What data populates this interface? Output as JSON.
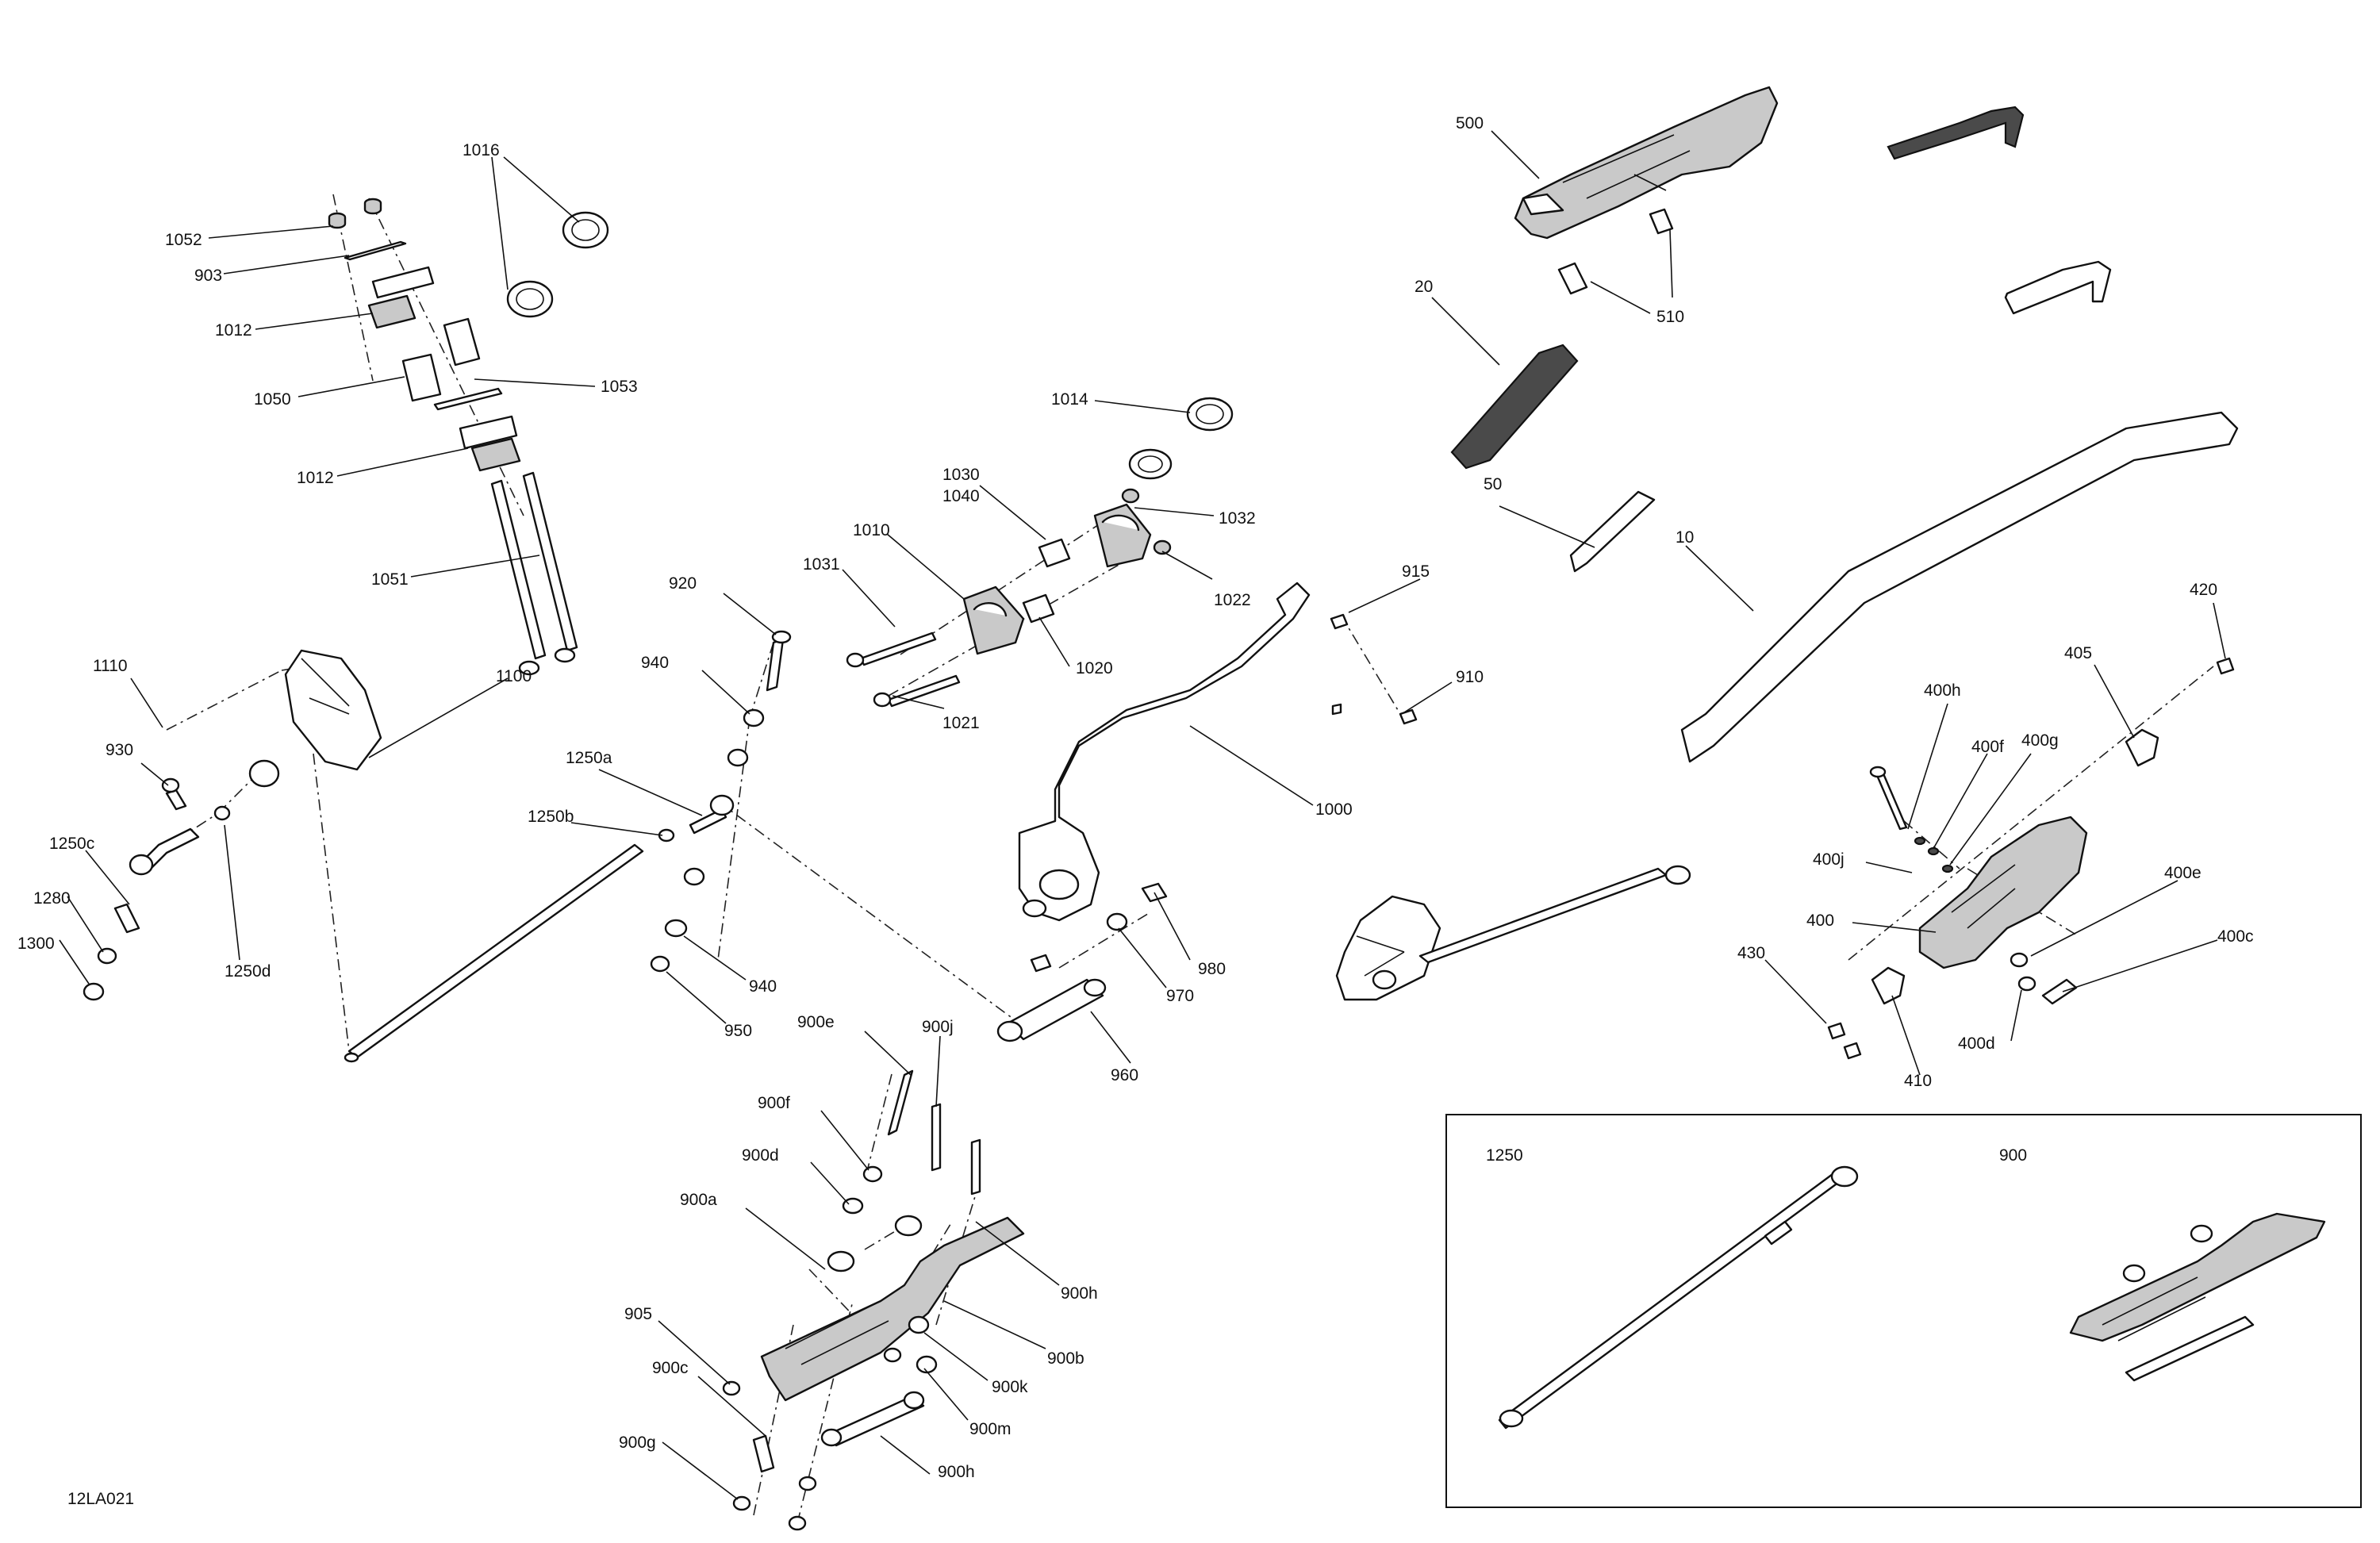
{
  "diagram": {
    "code": "12LA021",
    "labels": {
      "l1016": "1016",
      "l1052": "1052",
      "l903": "903",
      "l1012a": "1012",
      "l1050": "1050",
      "l1053": "1053",
      "l1012b": "1012",
      "l1051": "1051",
      "l500": "500",
      "l510": "510",
      "l20": "20",
      "l1014": "1014",
      "l1030": "1030",
      "l1040": "1040",
      "l1032": "1032",
      "l1010": "1010",
      "l1031": "1031",
      "l1022": "1022",
      "l1020": "1020",
      "l1021": "1021",
      "l50": "50",
      "l10": "10",
      "l915": "915",
      "l910": "910",
      "l920": "920",
      "l940a": "940",
      "l1110": "1110",
      "l1100": "1100",
      "l930": "930",
      "l1250a": "1250a",
      "l1250b": "1250b",
      "l1250c": "1250c",
      "l1280": "1280",
      "l1250d": "1250d",
      "l1300": "1300",
      "l1000": "1000",
      "l980": "980",
      "l970": "970",
      "l940b": "940",
      "l950": "950",
      "l960": "960",
      "l900e": "900e",
      "l900j": "900j",
      "l900f": "900f",
      "l900d": "900d",
      "l900a": "900a",
      "l900h1": "900h",
      "l900b": "900b",
      "l905": "905",
      "l900c": "900c",
      "l900k": "900k",
      "l900m": "900m",
      "l900g": "900g",
      "l900h2": "900h",
      "l420": "420",
      "l405": "405",
      "l400h": "400h",
      "l400f": "400f",
      "l400g": "400g",
      "l400j": "400j",
      "l400e": "400e",
      "l400": "400",
      "l400c": "400c",
      "l430": "430",
      "l400d": "400d",
      "l410": "410",
      "l1250": "1250",
      "l900": "900"
    }
  }
}
